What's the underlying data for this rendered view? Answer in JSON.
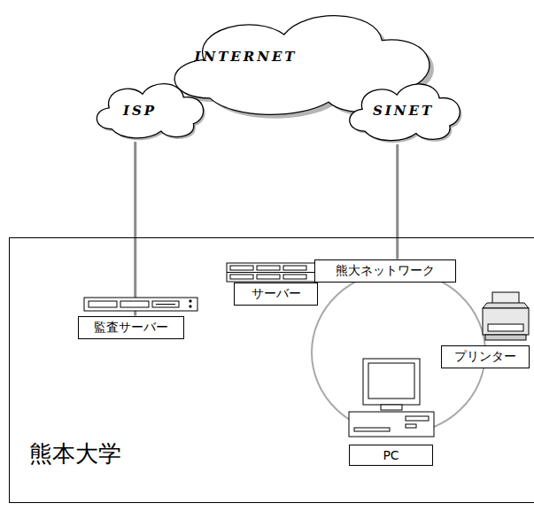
{
  "diagram": {
    "nodes": [
      {
        "text": [
          "INTERNET"
        ]
      },
      {
        "text": [
          "ISP"
        ]
      },
      {
        "text": [
          "SINET"
        ]
      },
      {
        "text": [
          "熊本大学"
        ]
      },
      {
        "text": [
          "監査サーバー"
        ],
        "in": 3
      },
      {
        "text": [
          "熊大ネットワーク"
        ],
        "in": 3
      },
      {
        "text": [
          "サーバー"
        ],
        "in": 3
      },
      {
        "text": [
          "プリンター"
        ],
        "in": 3
      },
      {
        "text": [
          "PC"
        ],
        "in": 3
      }
    ],
    "edges": [
      {
        "from": 1,
        "to": 4,
        "arrow": "none"
      },
      {
        "from": 2,
        "to": 5,
        "arrow": "none"
      }
    ]
  }
}
